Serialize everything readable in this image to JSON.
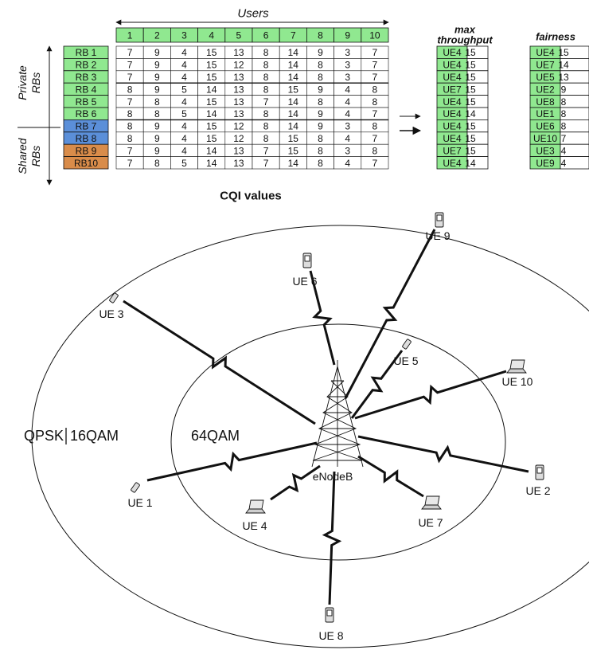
{
  "table": {
    "users_label": "Users",
    "user_ids": [
      "1",
      "2",
      "3",
      "4",
      "5",
      "6",
      "7",
      "8",
      "9",
      "10"
    ],
    "private_label": [
      "Private",
      "RBs"
    ],
    "shared_label": [
      "Shared",
      "RBs"
    ],
    "cqi_label": "CQI values",
    "rb_colors": {
      "private": "#90e890",
      "shared_blue": "#5b8fd9",
      "shared_orange": "#d98c4a",
      "header": "#90e890"
    },
    "rbs": [
      {
        "label": "RB 1",
        "values": [
          "7",
          "9",
          "4",
          "15",
          "13",
          "8",
          "14",
          "9",
          "3",
          "7"
        ]
      },
      {
        "label": "RB 2",
        "values": [
          "7",
          "9",
          "4",
          "15",
          "12",
          "8",
          "14",
          "8",
          "3",
          "7"
        ]
      },
      {
        "label": "RB 3",
        "values": [
          "7",
          "9",
          "4",
          "15",
          "13",
          "8",
          "14",
          "8",
          "3",
          "7"
        ]
      },
      {
        "label": "RB 4",
        "values": [
          "8",
          "9",
          "5",
          "14",
          "13",
          "8",
          "15",
          "9",
          "4",
          "8"
        ]
      },
      {
        "label": "RB 5",
        "values": [
          "7",
          "8",
          "4",
          "15",
          "13",
          "7",
          "14",
          "8",
          "4",
          "8"
        ]
      },
      {
        "label": "RB 6",
        "values": [
          "8",
          "8",
          "5",
          "14",
          "13",
          "8",
          "14",
          "9",
          "4",
          "7"
        ]
      },
      {
        "label": "RB 7",
        "values": [
          "8",
          "9",
          "4",
          "15",
          "12",
          "8",
          "14",
          "9",
          "3",
          "8"
        ]
      },
      {
        "label": "RB 8",
        "values": [
          "8",
          "9",
          "4",
          "15",
          "12",
          "8",
          "15",
          "8",
          "4",
          "7"
        ]
      },
      {
        "label": "RB 9",
        "values": [
          "7",
          "9",
          "4",
          "14",
          "13",
          "7",
          "15",
          "8",
          "3",
          "8"
        ]
      },
      {
        "label": "RB10",
        "values": [
          "7",
          "8",
          "5",
          "14",
          "13",
          "7",
          "14",
          "8",
          "4",
          "7"
        ]
      }
    ]
  },
  "max_throughput": {
    "title": [
      "max",
      "throughput"
    ],
    "rows": [
      {
        "ue": "UE4",
        "value": "15"
      },
      {
        "ue": "UE4",
        "value": "15"
      },
      {
        "ue": "UE4",
        "value": "15"
      },
      {
        "ue": "UE7",
        "value": "15"
      },
      {
        "ue": "UE4",
        "value": "15"
      },
      {
        "ue": "UE4",
        "value": "14"
      },
      {
        "ue": "UE4",
        "value": "15"
      },
      {
        "ue": "UE4",
        "value": "15"
      },
      {
        "ue": "UE7",
        "value": "15"
      },
      {
        "ue": "UE4",
        "value": "14"
      }
    ]
  },
  "fairness": {
    "title": "fairness",
    "rows": [
      {
        "ue": "UE4",
        "value": "15"
      },
      {
        "ue": "UE7",
        "value": "14"
      },
      {
        "ue": "UE5",
        "value": "13"
      },
      {
        "ue": "UE2",
        "value": "9"
      },
      {
        "ue": "UE8",
        "value": "8"
      },
      {
        "ue": "UE1",
        "value": "8"
      },
      {
        "ue": "UE6",
        "value": "8"
      },
      {
        "ue": "UE10",
        "value": "7"
      },
      {
        "ue": "UE3",
        "value": "4"
      },
      {
        "ue": "UE9",
        "value": "4"
      }
    ]
  },
  "network": {
    "base_station": "eNodeB",
    "modulation_labels": [
      "QPSK",
      "16QAM",
      "64QAM"
    ],
    "ues": [
      {
        "id": "ue-1",
        "label": "UE 1",
        "device": "phone"
      },
      {
        "id": "ue-2",
        "label": "UE 2",
        "device": "pda"
      },
      {
        "id": "ue-3",
        "label": "UE 3",
        "device": "phone"
      },
      {
        "id": "ue-4",
        "label": "UE 4",
        "device": "laptop"
      },
      {
        "id": "ue-5",
        "label": "UE 5",
        "device": "phone"
      },
      {
        "id": "ue-6",
        "label": "UE 6",
        "device": "pda"
      },
      {
        "id": "ue-7",
        "label": "UE 7",
        "device": "laptop"
      },
      {
        "id": "ue-8",
        "label": "UE 8",
        "device": "pda"
      },
      {
        "id": "ue-9",
        "label": "UE 9",
        "device": "pda"
      },
      {
        "id": "ue-10",
        "label": "UE 10",
        "device": "laptop"
      }
    ]
  }
}
